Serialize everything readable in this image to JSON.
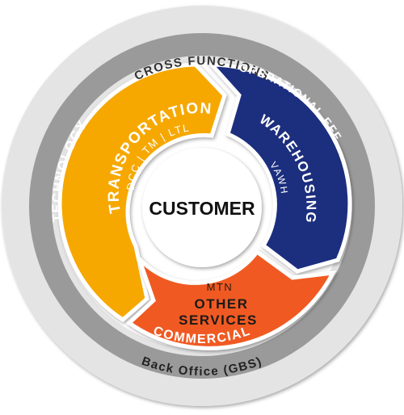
{
  "outer_ring": {
    "top_label": "CROSS FUNCTIONS",
    "bottom_label": "Back Office (GBS)"
  },
  "middle_ring": {
    "left_label": "TECHNOLOGY",
    "right_label": "OPERATIONAL EFF",
    "bottom_label": "COMMERCIAL"
  },
  "segments": {
    "transportation": {
      "title": "TRANSPORTATION",
      "subtitle": "DCC | TM | LTL",
      "color": "#F6A800"
    },
    "warehousing": {
      "title": "WAREHOUSING",
      "subtitle": "VAWH",
      "color": "#1E2F7E"
    },
    "other_services": {
      "title_line1": "OTHER",
      "title_line2": "SERVICES",
      "subtitle": "MTN",
      "color": "#F05A22"
    }
  },
  "center": {
    "label": "CUSTOMER"
  },
  "colors": {
    "outer_ring": "#E4E4E4",
    "middle_ring": "#9A9A9A",
    "inner_text_on_outer": "#333333"
  }
}
